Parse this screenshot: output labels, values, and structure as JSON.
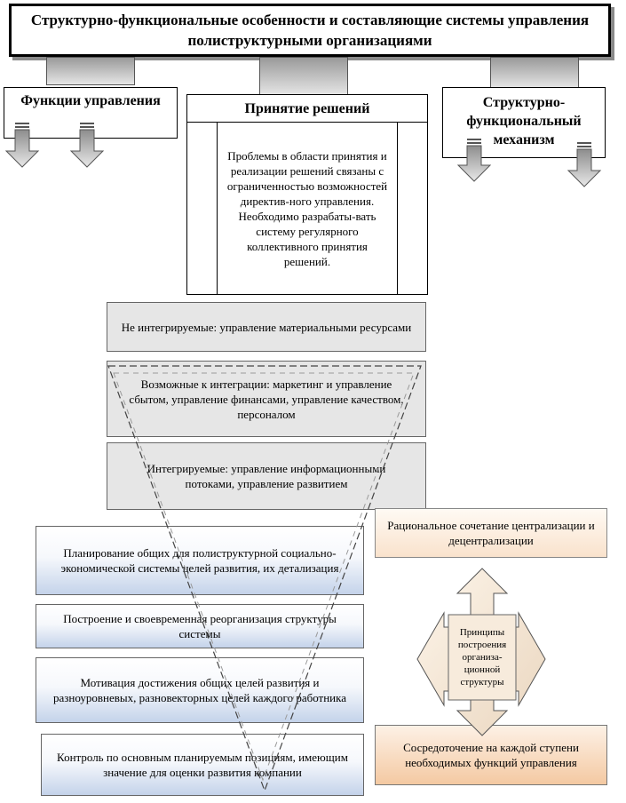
{
  "title": "Структурно-функциональные особенности и  составляющие системы управления полиструктурными организациями",
  "left_box": {
    "label": "Функции управления"
  },
  "middle_box": {
    "label": "Принятие решений",
    "text": "Проблемы в области принятия и реализации решений связаны с ограниченностью возможностей директив-ного управления. Необходимо разрабаты-вать систему регулярного коллективного принятия решений."
  },
  "right_box": {
    "label": "Структурно-функциональный механизм"
  },
  "integration_boxes": [
    {
      "text": "Не интегрируемые: управление материальными ресурсами"
    },
    {
      "text": "Возможные к интеграции: маркетинг и управление сбытом, управление финансами, управление качеством, персоналом"
    },
    {
      "text": "Интегрируемые: управление информационными потоками, управление развитием"
    }
  ],
  "function_boxes": [
    {
      "text": "Планирование общих для полиструктурной социально-экономической системы целей развития, их детализация"
    },
    {
      "text": "Построение  и своевременная реорганизация структуры системы"
    },
    {
      "text": "Мотивация достижения общих целей развития и разноуровневых, разновекторных целей каждого работника"
    },
    {
      "text": "Контроль по основным планируемым позициям, имеющим значение для оценки развития компании"
    }
  ],
  "rational_box": {
    "text": "Рациональное сочетание централизации и децентрализации"
  },
  "principles": {
    "text": "Принципы построения организа-ционной структуры"
  },
  "concentration_box": {
    "text": "Сосредоточение на каждой ступени  необходимых функций управления"
  }
}
